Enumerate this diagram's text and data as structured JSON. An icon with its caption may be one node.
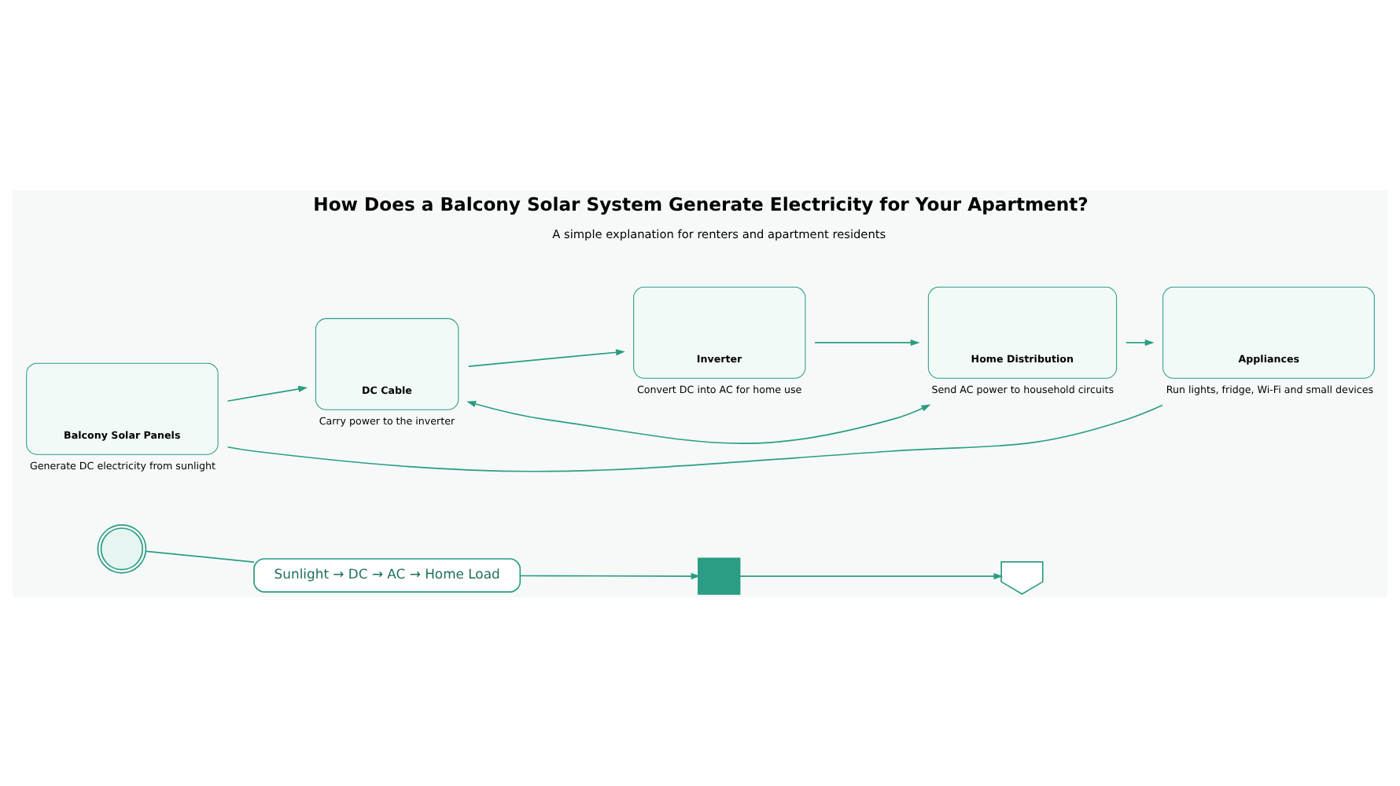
{
  "diagram": {
    "title": "How Does a Balcony Solar System Generate Electricity for Your Apartment?",
    "nodes": [
      {
        "text": [
          "Balcony Solar Panels"
        ],
        "beside": [
          "Generate DC electricity from sunlight"
        ]
      },
      {
        "text": [
          "DC Cable"
        ],
        "beside": [
          "Carry power to the inverter"
        ]
      },
      {
        "text": [
          "Inverter"
        ],
        "beside": [
          "Convert DC into AC for home use"
        ]
      },
      {
        "text": [
          "Home Distribution"
        ],
        "beside": [
          "Send AC power to household circuits"
        ]
      },
      {
        "text": [
          "Appliances"
        ],
        "beside": [
          "Run lights, fridge, Wi-Fi and small devices"
        ]
      },
      {
        "text": [],
        "shape": "coil"
      },
      {
        "text": [
          "Sunlight → DC → AC → Home Load"
        ]
      },
      {
        "text": [],
        "shape": "box"
      },
      {
        "text": [],
        "shape": "router"
      }
    ],
    "edges": [
      {
        "from": 0,
        "to": 1,
        "arrow": "to"
      },
      {
        "from": 1,
        "to": 2,
        "arrow": "to"
      },
      {
        "from": 2,
        "to": 3,
        "arrow": "to"
      },
      {
        "from": 3,
        "to": 4,
        "arrow": "to"
      },
      {
        "from": 0,
        "to": 4,
        "arrow": "none"
      },
      {
        "from": 1,
        "to": 3,
        "arrow": "both"
      },
      {
        "from": 5,
        "to": 6,
        "arrow": "none"
      },
      {
        "from": 6,
        "to": 7,
        "arrow": "to"
      },
      {
        "from": 7,
        "to": 8,
        "arrow": "to"
      }
    ],
    "labels": [
      "A simple explanation for renters and apartment residents"
    ]
  }
}
